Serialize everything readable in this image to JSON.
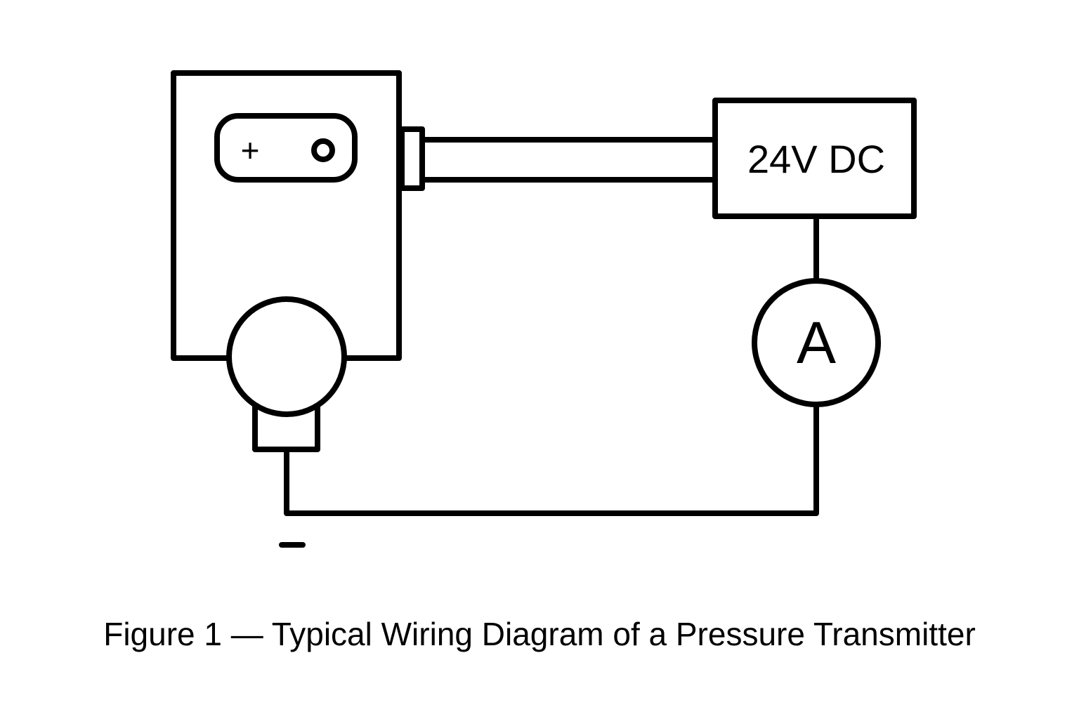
{
  "diagram": {
    "transmitter": {
      "terminal_plus_symbol": "+",
      "negative_symbol": "–"
    },
    "power_supply": {
      "label": "24V DC"
    },
    "ammeter": {
      "label": "A"
    },
    "caption": "Figure 1 — Typical Wiring Diagram of a Pressure Transmitter",
    "colors": {
      "line": "#000000",
      "background": "#ffffff"
    }
  }
}
